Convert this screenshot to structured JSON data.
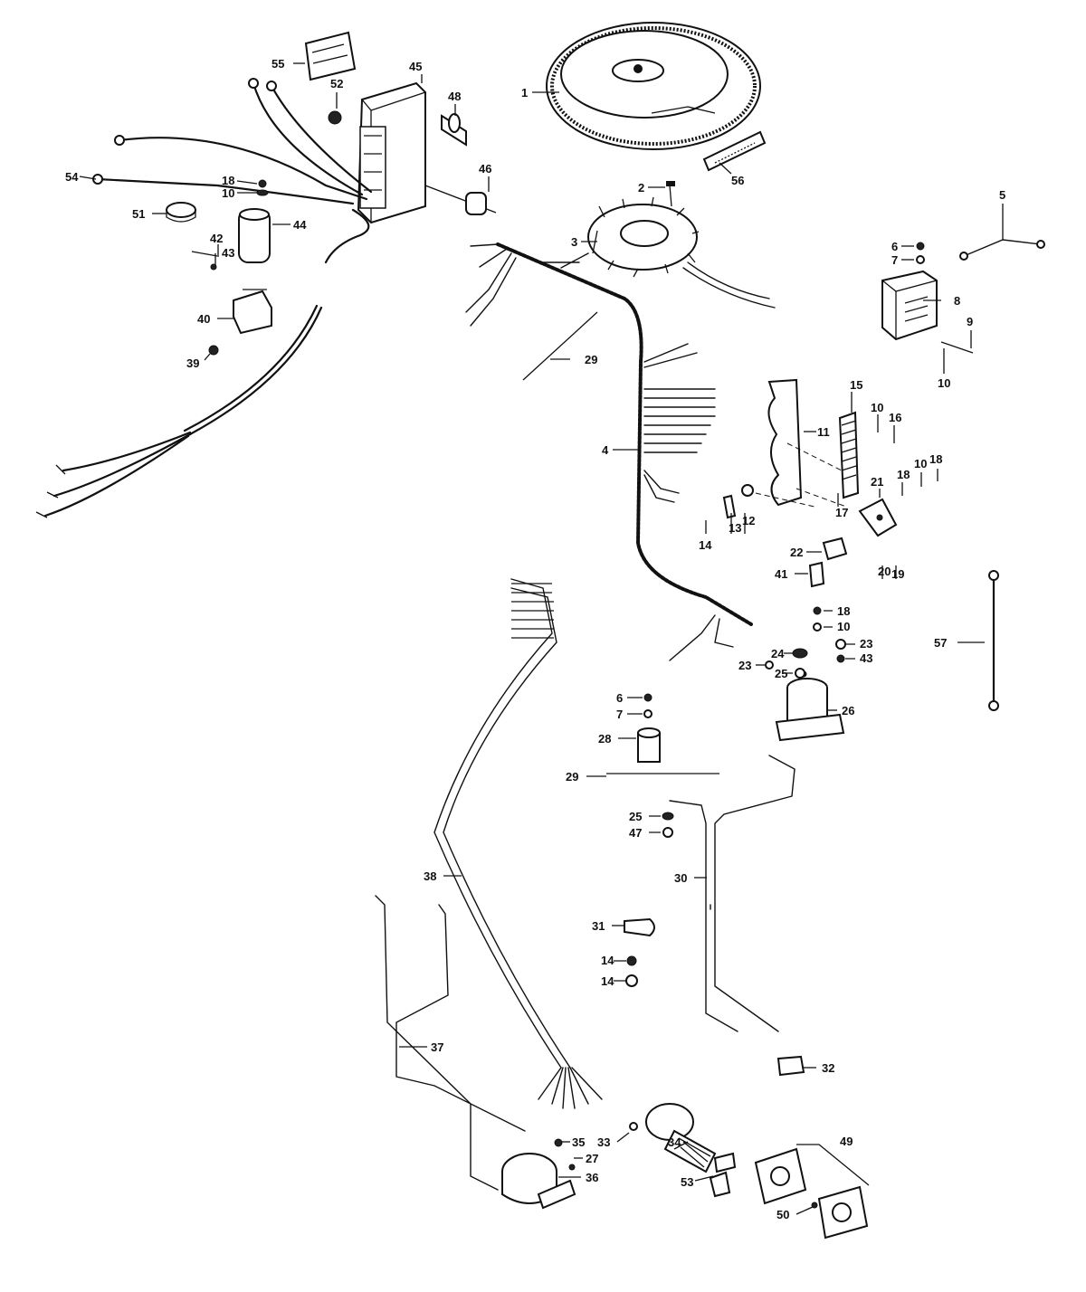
{
  "labels": {
    "l1": "1",
    "l2": "2",
    "l3": "3",
    "l4": "4",
    "l5": "5",
    "l6a": "6",
    "l6b": "6",
    "l7a": "7",
    "l7b": "7",
    "l8": "8",
    "l9": "9",
    "l10a": "10",
    "l10b": "10",
    "l10c": "10",
    "l10d": "10",
    "l10e": "10",
    "l11": "11",
    "l12": "12",
    "l13": "13",
    "l14a": "14",
    "l14b": "14",
    "l14c": "14",
    "l15": "15",
    "l16": "16",
    "l17": "17",
    "l18a": "18",
    "l18b": "18",
    "l18c": "18",
    "l18d": "18",
    "l19": "19",
    "l20": "20",
    "l21": "21",
    "l22": "22",
    "l23a": "23",
    "l23b": "23",
    "l24": "24",
    "l25a": "25",
    "l25b": "25",
    "l26": "26",
    "l27": "27",
    "l28": "28",
    "l29a": "29",
    "l29b": "29",
    "l30": "30",
    "l31": "31",
    "l32": "32",
    "l33": "33",
    "l34": "34",
    "l35": "35",
    "l36": "36",
    "l37": "37",
    "l38": "38",
    "l39": "39",
    "l40": "40",
    "l41": "41",
    "l42": "42",
    "l43a": "43",
    "l43b": "43",
    "l44": "44",
    "l45": "45",
    "l46": "46",
    "l47": "47",
    "l48": "48",
    "l49": "49",
    "l50": "50",
    "l51": "51",
    "l52": "52",
    "l53": "53",
    "l54": "54",
    "l55": "55",
    "l56": "56",
    "l57": "57"
  }
}
